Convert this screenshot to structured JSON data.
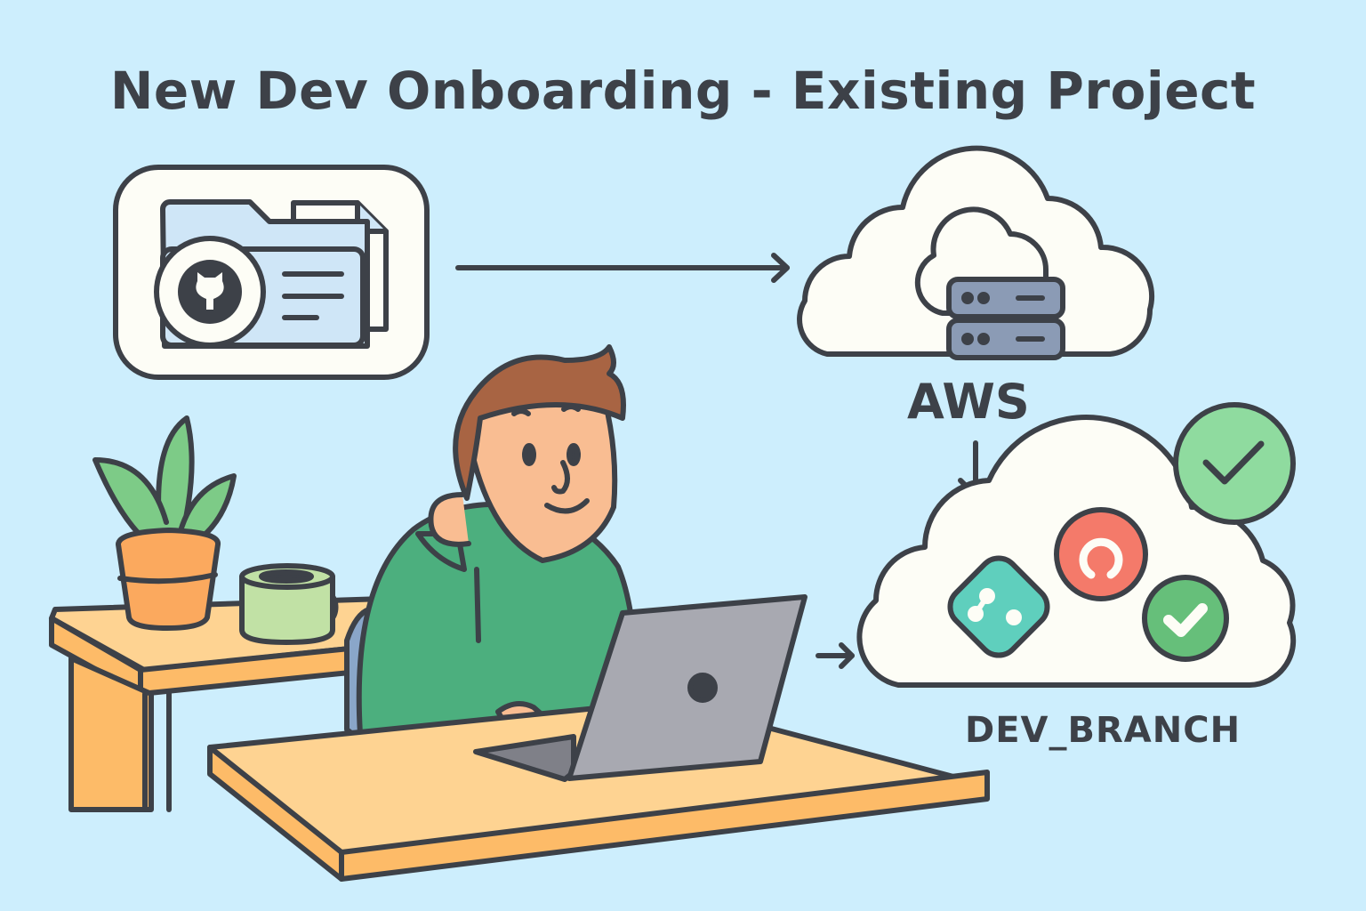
{
  "title": "New Dev Onboarding - Existing Project",
  "nodes": {
    "repo": {
      "icon": "github-folder-icon",
      "label": ""
    },
    "cloud": {
      "icon": "aws-cloud-server-icon",
      "label": "AWS"
    },
    "branch": {
      "icon": "dev-branch-cloud-icon",
      "label": "DEV_BRANCH"
    }
  },
  "branch_icons": [
    "git-branch-icon",
    "refresh-icon",
    "check-icon"
  ],
  "status_badge": "check-circle-icon",
  "colors": {
    "background": "#cdeefd",
    "outline": "#3d4148",
    "cloud_fill": "#fdfdf6",
    "server_fill": "#8b9bb5",
    "teal": "#5fcfbd",
    "red": "#f47a6a",
    "green": "#66bf7a",
    "light_green": "#8fdb9f",
    "desk": "#fdc77a",
    "hoodie": "#4caf7e",
    "hair": "#a86443",
    "skin": "#f9bd92",
    "laptop": "#a8a9b1"
  }
}
